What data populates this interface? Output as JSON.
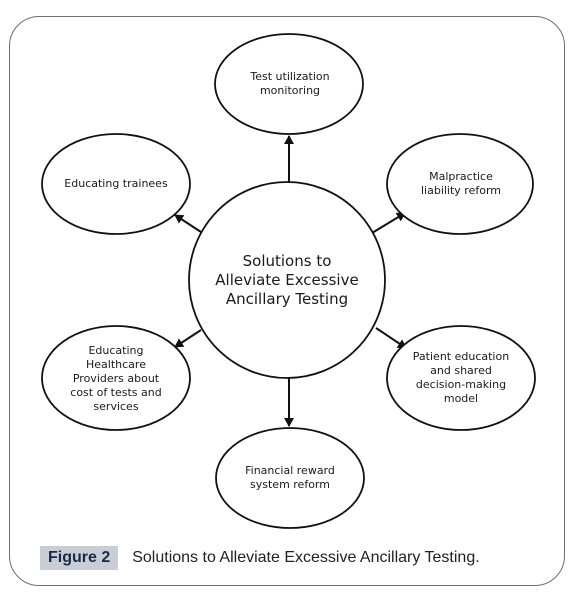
{
  "diagram": {
    "center": "Solutions to Alleviate Excessive Ancillary Testing",
    "nodes": {
      "top": "Test utilization monitoring",
      "top_right": "Malpractice liability reform",
      "bottom_right": "Patient education and shared decision-making model",
      "bottom": "Financial reward system reform",
      "bottom_left": "Educating Healthcare Providers about cost of tests and services",
      "top_left": "Educating trainees"
    }
  },
  "caption": {
    "tag": "Figure 2",
    "text": "Solutions to Alleviate Excessive Ancillary Testing."
  }
}
